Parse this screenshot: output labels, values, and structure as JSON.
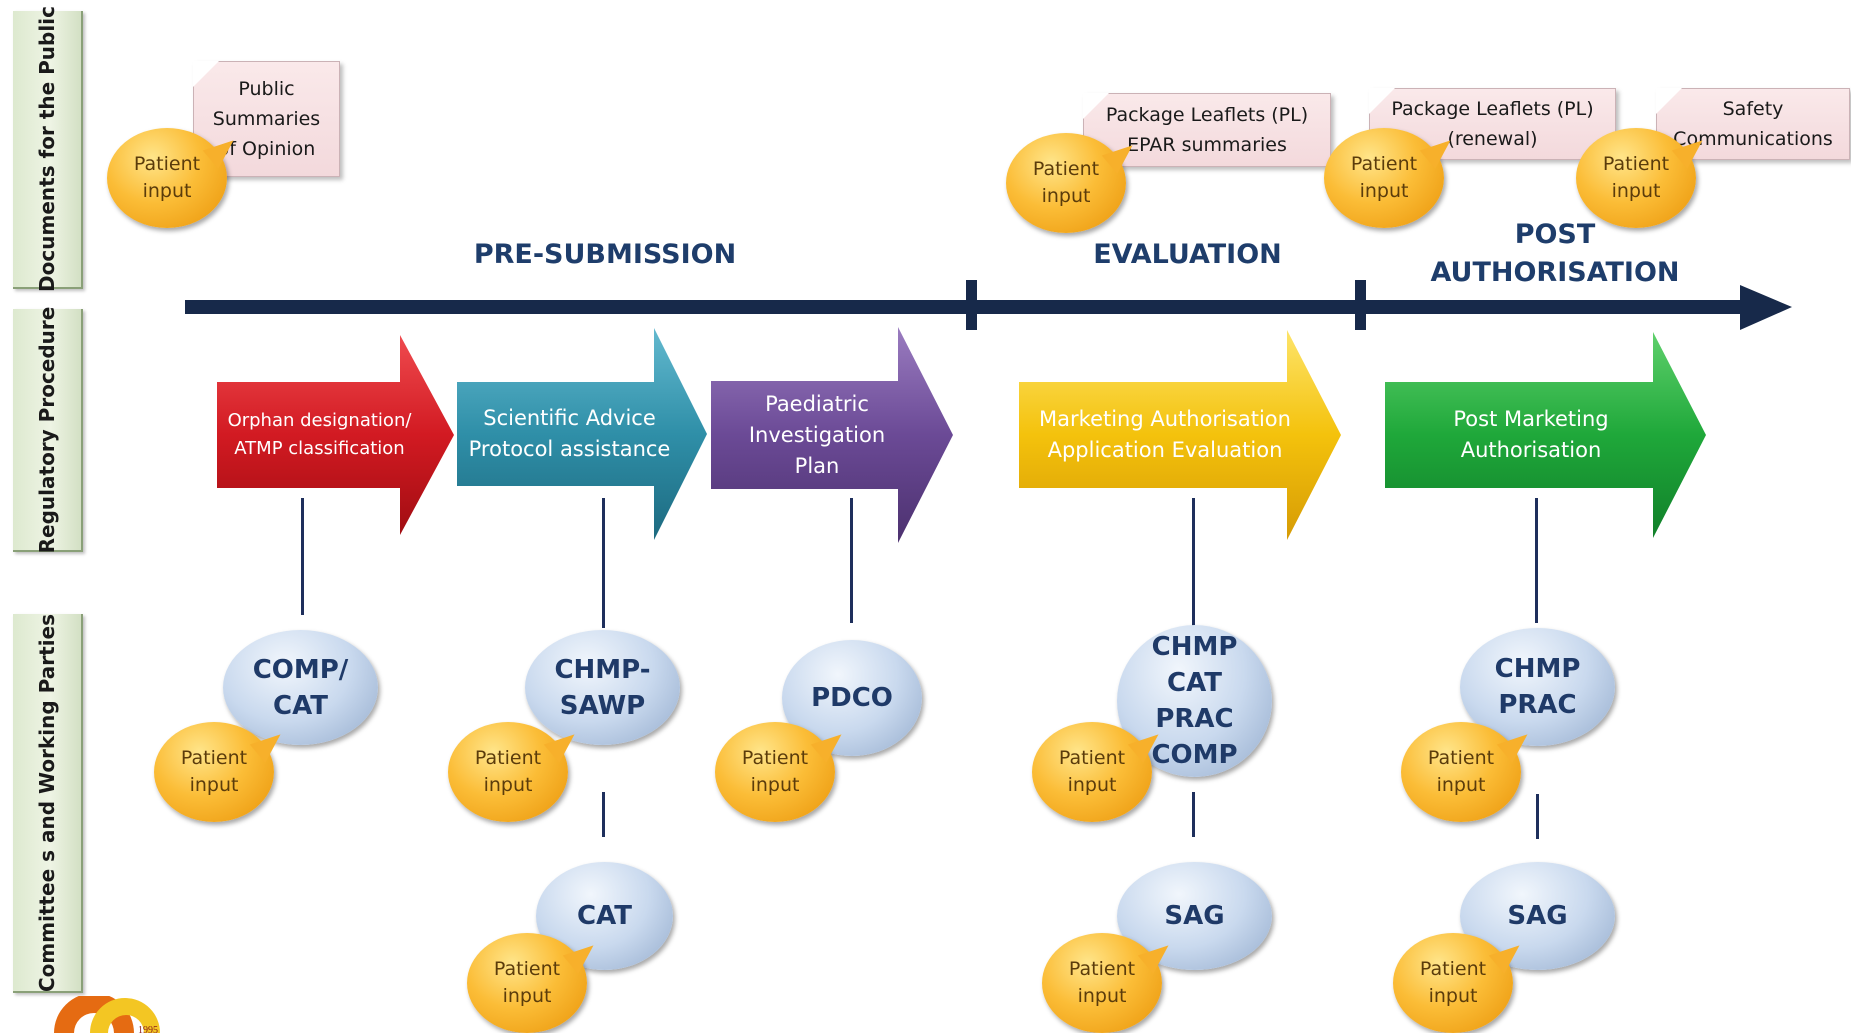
{
  "side_labels": {
    "documents": "Documents for the Public",
    "regulatory": "Regulatory Procedure",
    "committees": "Committee s and Working Parties"
  },
  "phases": {
    "pre_submission": "PRE-SUBMISSION",
    "evaluation": "EVALUATION",
    "post_line1": "POST",
    "post_line2": "AUTHORISATION"
  },
  "documents": {
    "public_summaries": [
      "Public",
      "Summaries",
      "of Opinion"
    ],
    "pl_epar": [
      "Package Leaflets (PL)",
      "EPAR summaries"
    ],
    "pl_renewal": [
      "Package Leaflets (PL)",
      "(renewal)"
    ],
    "safety": [
      "Safety",
      "Communications"
    ]
  },
  "patient_input": [
    "Patient",
    "input"
  ],
  "procedures": {
    "orphan": [
      "Orphan designation/",
      "ATMP classification"
    ],
    "scientific": [
      "Scientific Advice",
      "Protocol assistance"
    ],
    "paediatric": [
      "Paediatric",
      "Investigation",
      "Plan"
    ],
    "marketing": [
      "Marketing Authorisation",
      "Application Evaluation"
    ],
    "post_marketing": [
      "Post Marketing",
      "Authorisation"
    ]
  },
  "procedure_colors": {
    "orphan": "#c8111b",
    "scientific": "#2f8fa8",
    "paediatric": "#6b4a96",
    "marketing": "#f4c20c",
    "post_marketing": "#1fa83a",
    "timeline": "#17294a"
  },
  "committees": {
    "comp_cat": [
      "COMP/",
      "CAT"
    ],
    "chmp_sawp": [
      "CHMP-",
      "SAWP"
    ],
    "pdco": [
      "PDCO"
    ],
    "chmp_cat_prac_comp": [
      "CHMP",
      "CAT",
      "PRAC",
      "COMP"
    ],
    "chmp_prac": [
      "CHMP",
      "PRAC"
    ],
    "cat": [
      "CAT"
    ],
    "sag_eval": [
      "SAG"
    ],
    "sag_post": [
      "SAG"
    ]
  },
  "logo": {
    "year": "1995"
  }
}
